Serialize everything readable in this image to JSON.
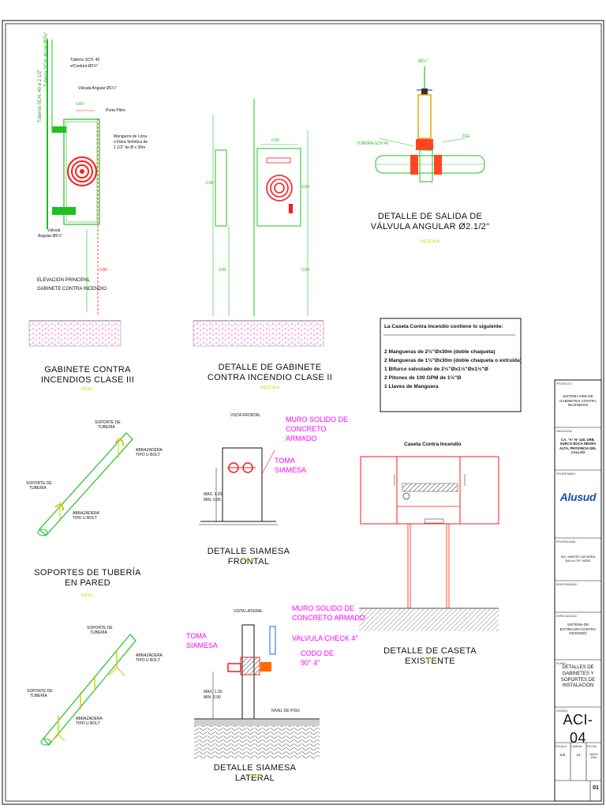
{
  "sheet": {
    "elevacion": {
      "vertical_left": "Tubería SCH. 40 ø 2 1/2\"",
      "vertical_right": "Tubería SCH. 40 de Ø2½\"",
      "tuberia_1": "Tubería SCH. 40",
      "tuberia_2": "s/Costura Ø2½\"",
      "valvula_top": "Válvula Angular Ø1½\"",
      "porta_piton": "Porta Pitón",
      "manguera_1": "Manguera de Lona",
      "manguera_2": "o Fibra Sintética de",
      "manguera_3": "1 1/2\" de Ø x 30m",
      "valvula_bot_1": "Válvula",
      "valvula_bot_2": "Angular Ø2½\"",
      "dim_top": "0.80",
      "dim_right": "0.80",
      "caption_1": "ELEVACION  PRINCIPAL",
      "caption_2": "GABINETE  CONTRA  INCENDIO"
    },
    "titles": {
      "gabinete_iii_1": "GABINETE CONTRA",
      "gabinete_iii_2": "INCENDIOS CLASE III",
      "gabinete_iii_scale": "S/ESC.",
      "gabinete_ii_1": "DETALLE DE GABINETE",
      "gabinete_ii_2": "CONTRA INCENDIO CLASE II",
      "gabinete_ii_scale": "S/ESCALA",
      "salida_1": "DETALLE DE SALIDA DE",
      "salida_2": "VÁLVULA ANGULAR Ø2.1/2\"",
      "salida_scale": "S/ESCALA",
      "soportes_1": "SOPORTES DE TUBERÍA",
      "soportes_2": "EN PARED",
      "soportes_scale": "S/ESC.",
      "siamesa_frontal": "DETALLE SIAMESA FRONTAL",
      "siamesa_frontal_scale": "S/ESC.",
      "caseta": "DETALLE DE CASETA EXISTENTE",
      "caseta_scale": "S/ESC.",
      "siamesa_lateral": "DETALLE SIAMESA LATERAL",
      "siamesa_lateral_scale": "S/ESC."
    },
    "gabinete_ii": {
      "dim_a": "0.80",
      "dim_b": "0.80",
      "dim_c": "0.80",
      "dim_d": "0.80",
      "dim_e": "0.80"
    },
    "salida": {
      "label_top": "Ø2½\"",
      "label_left": "TUBERÍA SCH 40",
      "label_right": "TEE"
    },
    "siamesa_frontal": {
      "vista": "VISTA FRONTAL",
      "muro_1": "MURO SOLIDO DE",
      "muro_2": "CONCRETO",
      "muro_3": "ARMADO",
      "toma_1": "TOMA",
      "toma_2": "SIAMESA",
      "dim_1": "MAX. 1.20",
      "dim_2": "MIN. 0.90"
    },
    "siamesa_lateral": {
      "vista": "VISTA LATERAL",
      "muro_1": "MURO SOLIDO DE",
      "muro_2": "CONCRETO ARMADO",
      "check": "VALVULA CHECK 4\"",
      "codo_1": "CODO DE",
      "codo_2": "90° 4\"",
      "toma_1": "TOMA",
      "toma_2": "SIAMESA",
      "nivel": "NIVEL DE PISO",
      "dim_1": "MAX. 1.20",
      "dim_2": "MIN. 0.90"
    },
    "soportes": {
      "soporte_1": "SOPORTE DE",
      "soporte_2": "TUBERÍA",
      "abrazadera_1": "ABRAZADERA",
      "abrazadera_2": "TIPO U BOLT"
    },
    "caseta": {
      "header": "La Caseta Contra Incendio contiene lo siguiente:",
      "items": [
        "2 Mangueras de 2½\"Øx30m (doble chaqueta)",
        "2 Mangueras de 1½\"Øx30m (doble chaqueta o extruida)",
        "1 Bifurco valvulado de 2½\"Øx1½\"Øx1½\"Ø",
        "2 Pitones de 100 GPM de 1½\"Ø",
        "1 Llaves de Manguera"
      ],
      "drawing_label": "Caseta Contra Incendio"
    },
    "title_block": {
      "proyecto_cap": "PROYECTO:",
      "proyecto": "SISTEMA RED DE GABINETES CONTRA INCENDIOS",
      "ubicacion_cap": "UBICACIÓN:",
      "ubicacion": "CA. \"A\" Nº 140, URB. SURCO BOCA NEGRA ALTA, PROVINCIA DEL CALLAO",
      "propietario_cap": "PROPIETARIO:",
      "logo": "Alusud",
      "profesional_cap": "PROFESIONAL:",
      "profesional": "ING. MARTÍN VIZCARRA BALLA CIP: 65260",
      "responsable_cap": "RESPONSABLE:",
      "especialidad_cap": "ESPECIALIDAD:",
      "especialidad": "SISTEMA DE EXTINCION CONTRA INCENDIO",
      "plano_cap": "PLANO:",
      "plano": "DETALLES DE GABINETES Y SOPORTES DE INSTALACIÓN",
      "codigo_cap": "CÓDIGO:",
      "codigo": "ACI-04",
      "escala_cap": "ESCALA:",
      "escala": "S/E",
      "lamina_cap": "LÁMINA:",
      "lamina": "A1",
      "fecha_cap": "FECHA:",
      "fecha": "MAYO 2022",
      "hoja": "01"
    }
  }
}
